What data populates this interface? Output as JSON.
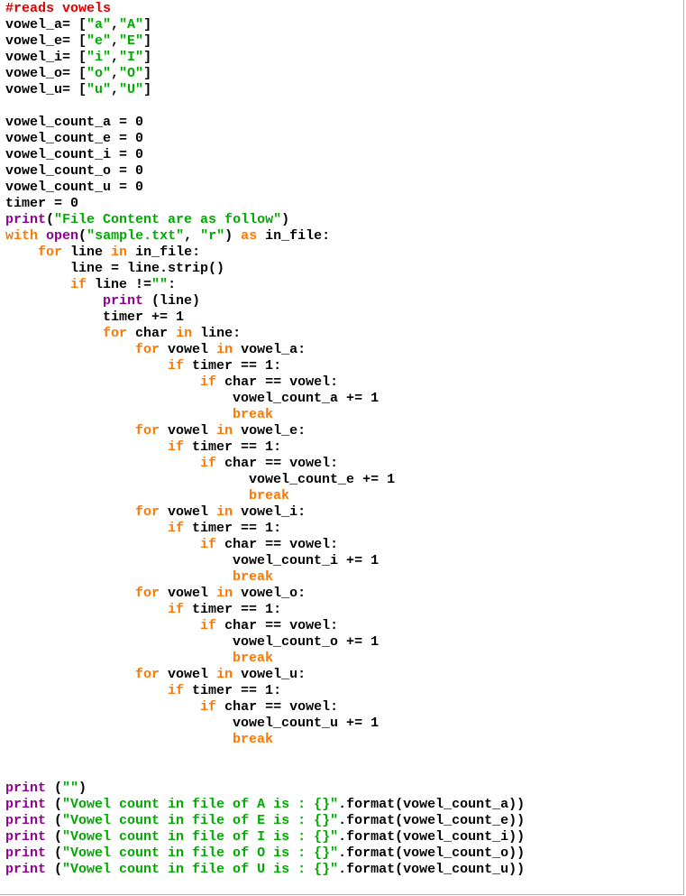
{
  "editor": {
    "lines": [
      [
        {
          "t": "#reads vowels",
          "k": "comment"
        }
      ],
      [
        {
          "t": "vowel_a= [",
          "k": "default"
        },
        {
          "t": "\"a\"",
          "k": "string"
        },
        {
          "t": ",",
          "k": "default"
        },
        {
          "t": "\"A\"",
          "k": "string"
        },
        {
          "t": "]",
          "k": "default"
        }
      ],
      [
        {
          "t": "vowel_e= [",
          "k": "default"
        },
        {
          "t": "\"e\"",
          "k": "string"
        },
        {
          "t": ",",
          "k": "default"
        },
        {
          "t": "\"E\"",
          "k": "string"
        },
        {
          "t": "]",
          "k": "default"
        }
      ],
      [
        {
          "t": "vowel_i= [",
          "k": "default"
        },
        {
          "t": "\"i\"",
          "k": "string"
        },
        {
          "t": ",",
          "k": "default"
        },
        {
          "t": "\"I\"",
          "k": "string"
        },
        {
          "t": "]",
          "k": "default"
        }
      ],
      [
        {
          "t": "vowel_o= [",
          "k": "default"
        },
        {
          "t": "\"o\"",
          "k": "string"
        },
        {
          "t": ",",
          "k": "default"
        },
        {
          "t": "\"O\"",
          "k": "string"
        },
        {
          "t": "]",
          "k": "default"
        }
      ],
      [
        {
          "t": "vowel_u= [",
          "k": "default"
        },
        {
          "t": "\"u\"",
          "k": "string"
        },
        {
          "t": ",",
          "k": "default"
        },
        {
          "t": "\"U\"",
          "k": "string"
        },
        {
          "t": "]",
          "k": "default"
        }
      ],
      [],
      [
        {
          "t": "vowel_count_a = 0",
          "k": "default"
        }
      ],
      [
        {
          "t": "vowel_count_e = 0",
          "k": "default"
        }
      ],
      [
        {
          "t": "vowel_count_i = 0",
          "k": "default"
        }
      ],
      [
        {
          "t": "vowel_count_o = 0",
          "k": "default"
        }
      ],
      [
        {
          "t": "vowel_count_u = 0",
          "k": "default"
        }
      ],
      [
        {
          "t": "timer = 0",
          "k": "default"
        }
      ],
      [
        {
          "t": "print",
          "k": "builtin"
        },
        {
          "t": "(",
          "k": "default"
        },
        {
          "t": "\"File Content are as follow\"",
          "k": "string"
        },
        {
          "t": ")",
          "k": "default"
        }
      ],
      [
        {
          "t": "with",
          "k": "keyword"
        },
        {
          "t": " ",
          "k": "default"
        },
        {
          "t": "open",
          "k": "builtin"
        },
        {
          "t": "(",
          "k": "default"
        },
        {
          "t": "\"sample.txt\"",
          "k": "string"
        },
        {
          "t": ", ",
          "k": "default"
        },
        {
          "t": "\"r\"",
          "k": "string"
        },
        {
          "t": ") ",
          "k": "default"
        },
        {
          "t": "as",
          "k": "keyword"
        },
        {
          "t": " in_file:",
          "k": "default"
        }
      ],
      [
        {
          "t": "    ",
          "k": "default"
        },
        {
          "t": "for",
          "k": "keyword"
        },
        {
          "t": " line ",
          "k": "default"
        },
        {
          "t": "in",
          "k": "keyword"
        },
        {
          "t": " in_file:",
          "k": "default"
        }
      ],
      [
        {
          "t": "        line = line.strip()",
          "k": "default"
        }
      ],
      [
        {
          "t": "        ",
          "k": "default"
        },
        {
          "t": "if",
          "k": "keyword"
        },
        {
          "t": " line !=",
          "k": "default"
        },
        {
          "t": "\"\"",
          "k": "string"
        },
        {
          "t": ":",
          "k": "default"
        }
      ],
      [
        {
          "t": "            ",
          "k": "default"
        },
        {
          "t": "print",
          "k": "builtin"
        },
        {
          "t": " (line)",
          "k": "default"
        }
      ],
      [
        {
          "t": "            timer += 1",
          "k": "default"
        }
      ],
      [
        {
          "t": "            ",
          "k": "default"
        },
        {
          "t": "for",
          "k": "keyword"
        },
        {
          "t": " char ",
          "k": "default"
        },
        {
          "t": "in",
          "k": "keyword"
        },
        {
          "t": " line:",
          "k": "default"
        }
      ],
      [
        {
          "t": "                ",
          "k": "default"
        },
        {
          "t": "for",
          "k": "keyword"
        },
        {
          "t": " vowel ",
          "k": "default"
        },
        {
          "t": "in",
          "k": "keyword"
        },
        {
          "t": " vowel_a:",
          "k": "default"
        }
      ],
      [
        {
          "t": "                    ",
          "k": "default"
        },
        {
          "t": "if",
          "k": "keyword"
        },
        {
          "t": " timer == 1:",
          "k": "default"
        }
      ],
      [
        {
          "t": "                        ",
          "k": "default"
        },
        {
          "t": "if",
          "k": "keyword"
        },
        {
          "t": " char == vowel:",
          "k": "default"
        }
      ],
      [
        {
          "t": "                            vowel_count_a += 1",
          "k": "default"
        }
      ],
      [
        {
          "t": "                            ",
          "k": "default"
        },
        {
          "t": "break",
          "k": "keyword"
        }
      ],
      [
        {
          "t": "                ",
          "k": "default"
        },
        {
          "t": "for",
          "k": "keyword"
        },
        {
          "t": " vowel ",
          "k": "default"
        },
        {
          "t": "in",
          "k": "keyword"
        },
        {
          "t": " vowel_e:",
          "k": "default"
        }
      ],
      [
        {
          "t": "                    ",
          "k": "default"
        },
        {
          "t": "if",
          "k": "keyword"
        },
        {
          "t": " timer == 1:",
          "k": "default"
        }
      ],
      [
        {
          "t": "                        ",
          "k": "default"
        },
        {
          "t": "if",
          "k": "keyword"
        },
        {
          "t": " char == vowel:",
          "k": "default"
        }
      ],
      [
        {
          "t": "                              vowel_count_e += 1",
          "k": "default"
        }
      ],
      [
        {
          "t": "                              ",
          "k": "default"
        },
        {
          "t": "break",
          "k": "keyword"
        }
      ],
      [
        {
          "t": "                ",
          "k": "default"
        },
        {
          "t": "for",
          "k": "keyword"
        },
        {
          "t": " vowel ",
          "k": "default"
        },
        {
          "t": "in",
          "k": "keyword"
        },
        {
          "t": " vowel_i:",
          "k": "default"
        }
      ],
      [
        {
          "t": "                    ",
          "k": "default"
        },
        {
          "t": "if",
          "k": "keyword"
        },
        {
          "t": " timer == 1:",
          "k": "default"
        }
      ],
      [
        {
          "t": "                        ",
          "k": "default"
        },
        {
          "t": "if",
          "k": "keyword"
        },
        {
          "t": " char == vowel:",
          "k": "default"
        }
      ],
      [
        {
          "t": "                            vowel_count_i += 1",
          "k": "default"
        }
      ],
      [
        {
          "t": "                            ",
          "k": "default"
        },
        {
          "t": "break",
          "k": "keyword"
        }
      ],
      [
        {
          "t": "                ",
          "k": "default"
        },
        {
          "t": "for",
          "k": "keyword"
        },
        {
          "t": " vowel ",
          "k": "default"
        },
        {
          "t": "in",
          "k": "keyword"
        },
        {
          "t": " vowel_o:",
          "k": "default"
        }
      ],
      [
        {
          "t": "                    ",
          "k": "default"
        },
        {
          "t": "if",
          "k": "keyword"
        },
        {
          "t": " timer == 1:",
          "k": "default"
        }
      ],
      [
        {
          "t": "                        ",
          "k": "default"
        },
        {
          "t": "if",
          "k": "keyword"
        },
        {
          "t": " char == vowel:",
          "k": "default"
        }
      ],
      [
        {
          "t": "                            vowel_count_o += 1",
          "k": "default"
        }
      ],
      [
        {
          "t": "                            ",
          "k": "default"
        },
        {
          "t": "break",
          "k": "keyword"
        }
      ],
      [
        {
          "t": "                ",
          "k": "default"
        },
        {
          "t": "for",
          "k": "keyword"
        },
        {
          "t": " vowel ",
          "k": "default"
        },
        {
          "t": "in",
          "k": "keyword"
        },
        {
          "t": " vowel_u:",
          "k": "default"
        }
      ],
      [
        {
          "t": "                    ",
          "k": "default"
        },
        {
          "t": "if",
          "k": "keyword"
        },
        {
          "t": " timer == 1:",
          "k": "default"
        }
      ],
      [
        {
          "t": "                        ",
          "k": "default"
        },
        {
          "t": "if",
          "k": "keyword"
        },
        {
          "t": " char == vowel:",
          "k": "default"
        }
      ],
      [
        {
          "t": "                            vowel_count_u += 1",
          "k": "default"
        }
      ],
      [
        {
          "t": "                            ",
          "k": "default"
        },
        {
          "t": "break",
          "k": "keyword"
        }
      ],
      [],
      [],
      [
        {
          "t": "print",
          "k": "builtin"
        },
        {
          "t": " (",
          "k": "default"
        },
        {
          "t": "\"\"",
          "k": "string"
        },
        {
          "t": ")",
          "k": "default"
        }
      ],
      [
        {
          "t": "print",
          "k": "builtin"
        },
        {
          "t": " (",
          "k": "default"
        },
        {
          "t": "\"Vowel count in file of A is : {}\"",
          "k": "string"
        },
        {
          "t": ".format(vowel_count_a))",
          "k": "default"
        }
      ],
      [
        {
          "t": "print",
          "k": "builtin"
        },
        {
          "t": " (",
          "k": "default"
        },
        {
          "t": "\"Vowel count in file of E is : {}\"",
          "k": "string"
        },
        {
          "t": ".format(vowel_count_e))",
          "k": "default"
        }
      ],
      [
        {
          "t": "print",
          "k": "builtin"
        },
        {
          "t": " (",
          "k": "default"
        },
        {
          "t": "\"Vowel count in file of I is : {}\"",
          "k": "string"
        },
        {
          "t": ".format(vowel_count_i))",
          "k": "default"
        }
      ],
      [
        {
          "t": "print",
          "k": "builtin"
        },
        {
          "t": " (",
          "k": "default"
        },
        {
          "t": "\"Vowel count in file of O is : {}\"",
          "k": "string"
        },
        {
          "t": ".format(vowel_count_o))",
          "k": "default"
        }
      ],
      [
        {
          "t": "print",
          "k": "builtin"
        },
        {
          "t": " (",
          "k": "default"
        },
        {
          "t": "\"Vowel count in file of U is : {}\"",
          "k": "string"
        },
        {
          "t": ".format(vowel_count_u))",
          "k": "default"
        }
      ]
    ]
  },
  "colors": {
    "comment": "#dd0000",
    "keyword": "#ff7700",
    "builtin": "#900090",
    "string": "#00aa00",
    "default": "#000000",
    "background": "#ffffff"
  }
}
